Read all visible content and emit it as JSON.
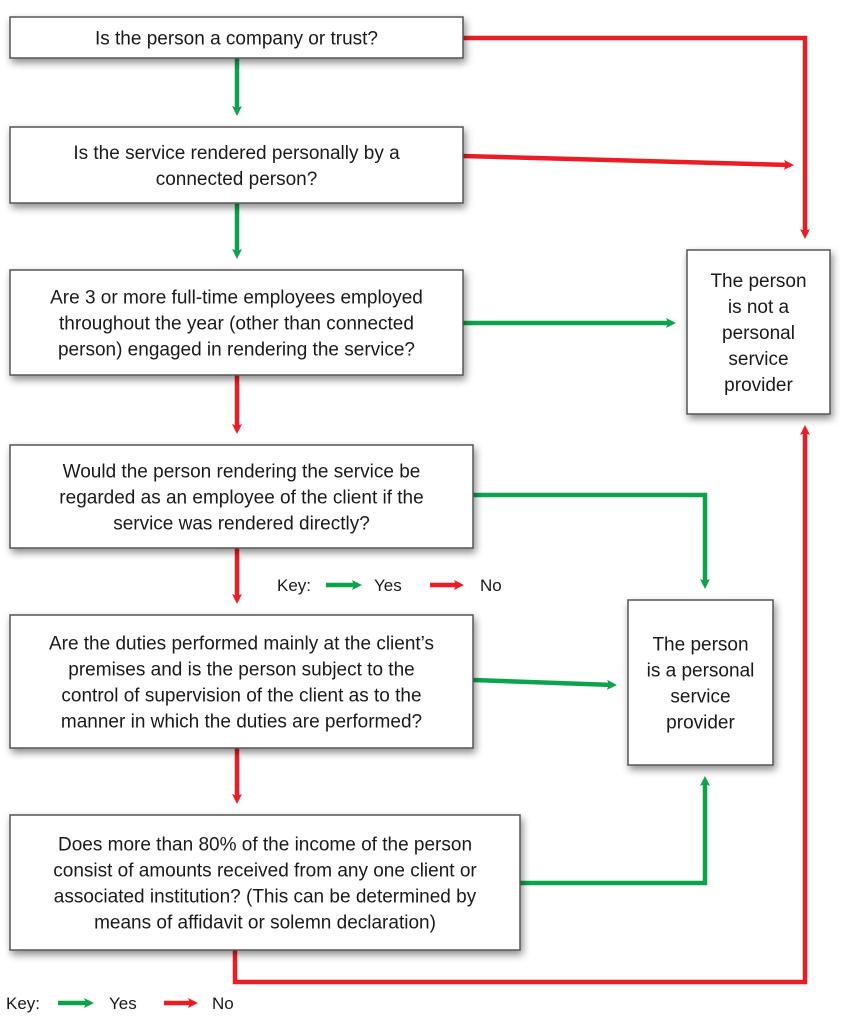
{
  "colors": {
    "yes": "#0ea24c",
    "no": "#ed1c24"
  },
  "questions": [
    {
      "id": "q1",
      "lines": [
        "Is the person a company or trust?"
      ]
    },
    {
      "id": "q2",
      "lines": [
        "Is the service rendered personally by a",
        "connected person?"
      ]
    },
    {
      "id": "q3",
      "lines": [
        "Are 3 or more full-time employees employed",
        "throughout the year (other than connected",
        "person) engaged in rendering the service?"
      ]
    },
    {
      "id": "q4",
      "lines": [
        "Would the person rendering the service be",
        "regarded as an employee of the client if the",
        "service was rendered directly?"
      ]
    },
    {
      "id": "q5",
      "lines": [
        "Are the duties performed mainly at the client’s",
        "premises and is the person subject to the",
        "control of supervision of the client as to the",
        "manner in which the duties are performed?"
      ]
    },
    {
      "id": "q6",
      "lines": [
        "Does more than 80% of the income of the person",
        "consist of amounts received from any one client or",
        "associated institution? (This can be determined by",
        "means of affidavit or solemn declaration)"
      ]
    }
  ],
  "outcomes": {
    "not_psp": {
      "lines": [
        "The person",
        "is not a",
        "personal",
        "service",
        "provider"
      ]
    },
    "is_psp": {
      "lines": [
        "The person",
        "is a personal",
        "service",
        "provider"
      ]
    }
  },
  "key": {
    "label": "Key:",
    "yes": "Yes",
    "no": "No"
  }
}
